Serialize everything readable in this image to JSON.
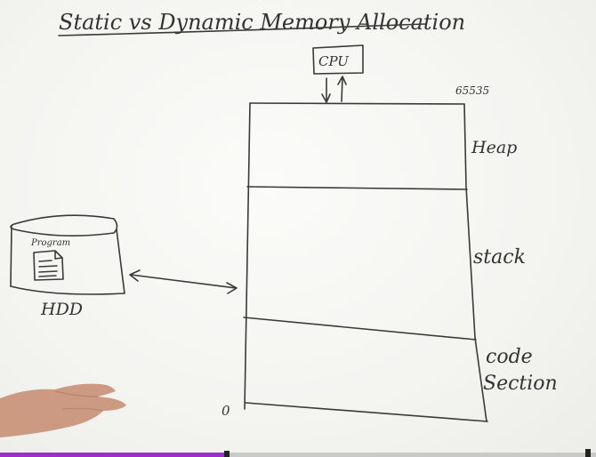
{
  "title": "Static vs Dynamic Memory Allocation",
  "cpu_label": "CPU",
  "top_address": "65535",
  "bottom_address": "0",
  "sections": {
    "heap": "Heap",
    "stack": "stack",
    "code_line1": "code",
    "code_line2": "Section"
  },
  "disk": {
    "program_label": "Program",
    "drive_label": "HDD"
  },
  "video": {
    "progress": 0.38
  },
  "colors": {
    "ink": "#3a3a3a",
    "progress": "#9b2fc9"
  }
}
